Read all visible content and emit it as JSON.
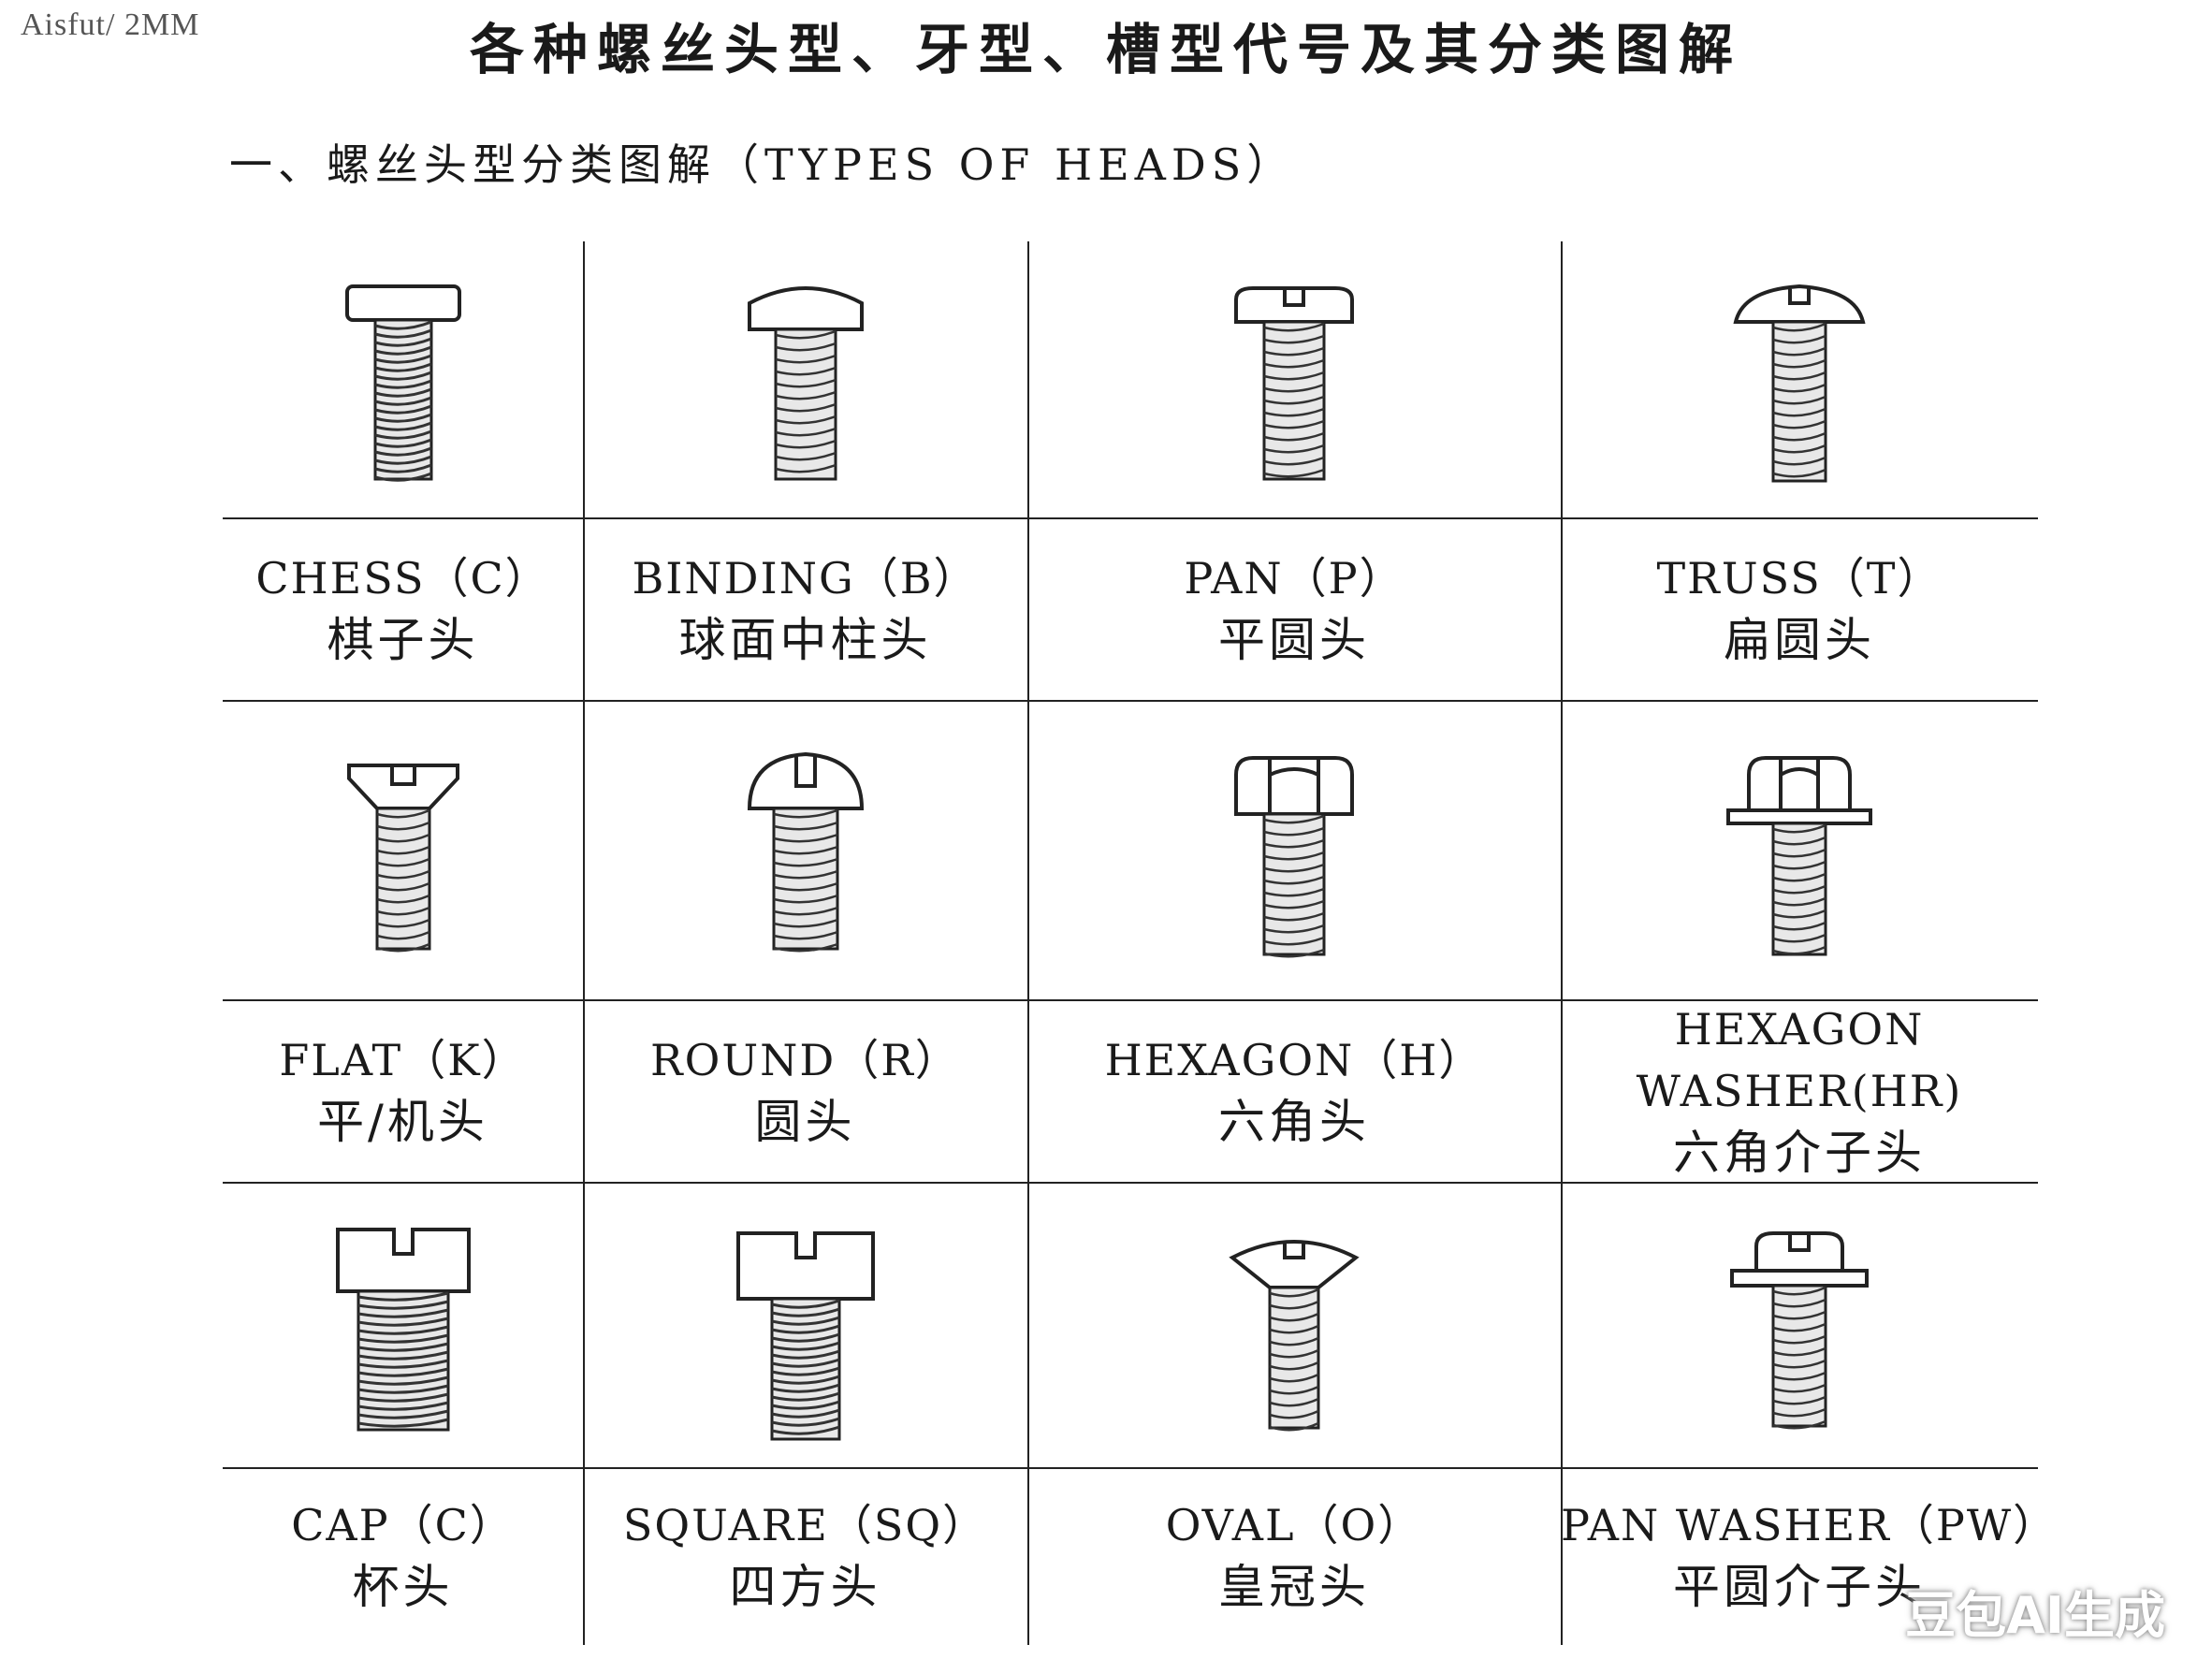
{
  "corner_text": "Aisfut/ 2MM",
  "title": "各种螺丝头型、牙型、槽型代号及其分类图解",
  "section_heading": "一、螺丝头型分类图解（TYPES OF HEADS）",
  "watermark": "豆包AI生成",
  "rows": [
    [
      {
        "en": "CHESS（C）",
        "zh": "棋子头",
        "icon": "chess-head-screw-icon"
      },
      {
        "en": "BINDING（B）",
        "zh": "球面中柱头",
        "icon": "binding-head-screw-icon"
      },
      {
        "en": "PAN（P）",
        "zh": "平圆头",
        "icon": "pan-head-screw-icon"
      },
      {
        "en": "TRUSS（T）",
        "zh": "扁圆头",
        "icon": "truss-head-screw-icon"
      }
    ],
    [
      {
        "en": "FLAT（K）",
        "zh": "平/机头",
        "icon": "flat-head-screw-icon"
      },
      {
        "en": "ROUND（R）",
        "zh": "圆头",
        "icon": "round-head-screw-icon"
      },
      {
        "en": "HEXAGON（H）",
        "zh": "六角头",
        "icon": "hexagon-head-screw-icon"
      },
      {
        "en": "HEXAGON WASHER(HR)",
        "zh": "六角介子头",
        "icon": "hexagon-washer-head-screw-icon"
      }
    ],
    [
      {
        "en": "CAP（C）",
        "zh": "杯头",
        "icon": "cap-head-screw-icon"
      },
      {
        "en": "SQUARE（SQ）",
        "zh": "四方头",
        "icon": "square-head-screw-icon"
      },
      {
        "en": "OVAL（O）",
        "zh": "皇冠头",
        "icon": "oval-head-screw-icon"
      },
      {
        "en": "PAN WASHER（PW）",
        "zh": "平圆介子头",
        "icon": "pan-washer-head-screw-icon"
      }
    ]
  ]
}
